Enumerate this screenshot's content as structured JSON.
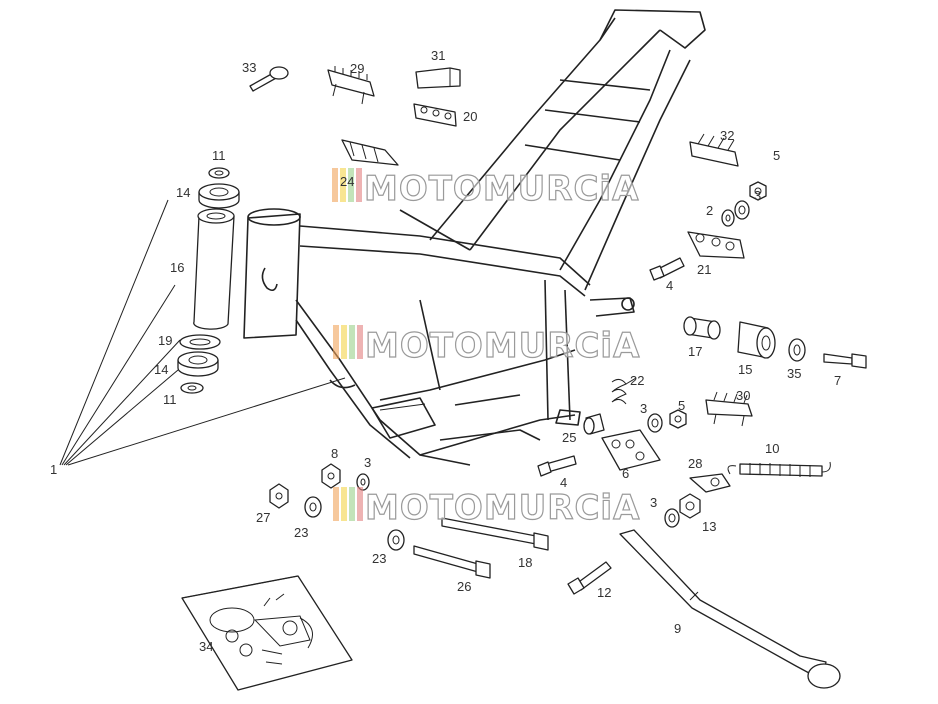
{
  "diagram": {
    "labels": [
      "33",
      "29",
      "31",
      "20",
      "24",
      "11",
      "14",
      "16",
      "19",
      "14",
      "11",
      "1",
      "32",
      "5",
      "3",
      "2",
      "21",
      "4",
      "17",
      "15",
      "35",
      "7",
      "22",
      "30",
      "3",
      "5",
      "25",
      "6",
      "10",
      "28",
      "8",
      "3",
      "27",
      "23",
      "4",
      "3",
      "13",
      "23",
      "18",
      "26",
      "12",
      "9",
      "34"
    ],
    "watermarks": [
      "MOTOMURCiA",
      "MOTOMURCiA",
      "MOTOMURCiA"
    ],
    "colors": {
      "line": "#222222",
      "label": "#333333",
      "watermark_bar_1": "#f0a35a",
      "watermark_bar_2": "#f3d34a",
      "watermark_bar_3": "#9bd08a",
      "watermark_bar_4": "#e38181"
    }
  }
}
